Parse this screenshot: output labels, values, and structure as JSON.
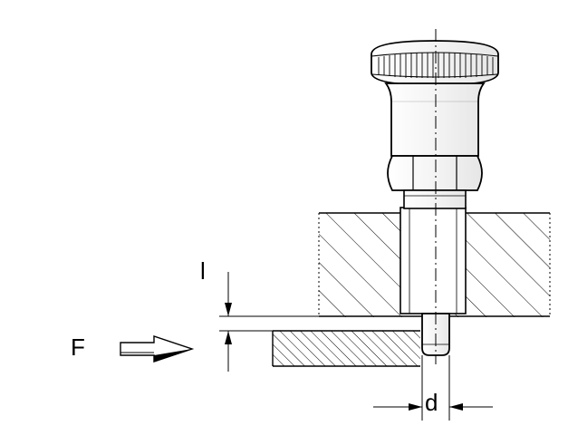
{
  "labels": {
    "force": "F",
    "offset": "l",
    "diameter": "d"
  },
  "colors": {
    "line": "#000000",
    "fill": "#ffffff",
    "shade": "#f2f2f2"
  }
}
